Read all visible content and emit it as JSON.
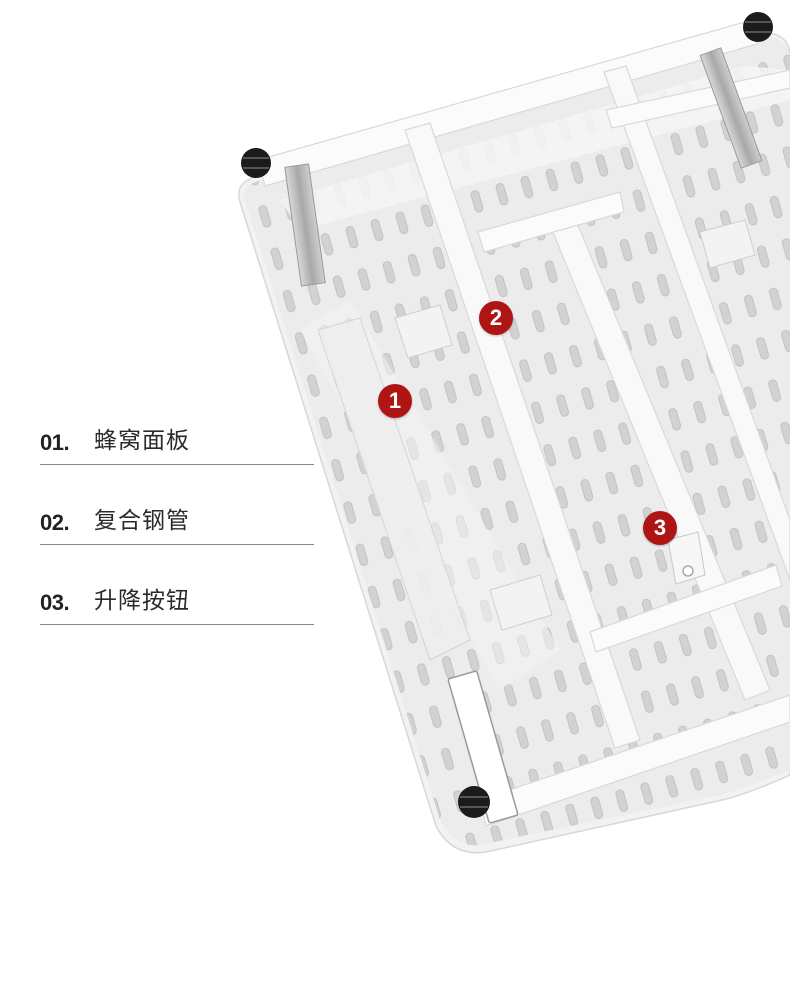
{
  "legend": {
    "items": [
      {
        "num": "01.",
        "label": "蜂窝面板"
      },
      {
        "num": "02.",
        "label": "复合钢管"
      },
      {
        "num": "03.",
        "label": "升降按钮"
      }
    ]
  },
  "markers": [
    {
      "label": "1"
    },
    {
      "label": "2"
    },
    {
      "label": "3"
    }
  ],
  "colors": {
    "marker": "#b01515",
    "tabletop": "#efefef",
    "frame": "#f7f7f7",
    "slot": "#cfcfcf",
    "foot": "#1b1b1b"
  }
}
